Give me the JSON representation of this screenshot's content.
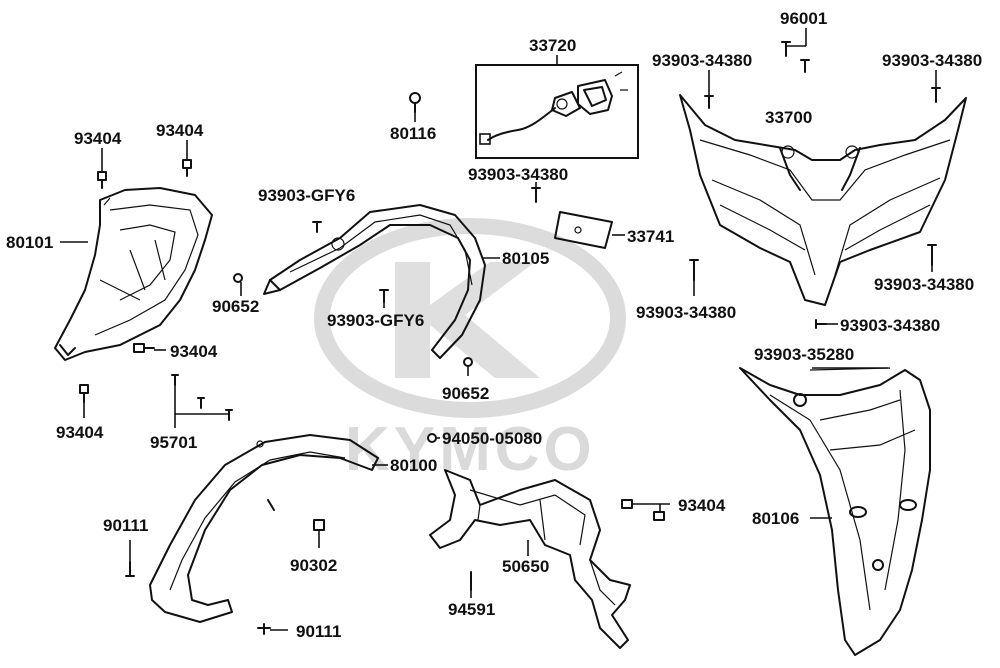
{
  "watermark": {
    "brand_text": "KYMCO",
    "color": "#d0d0d0"
  },
  "labels": {
    "p33720": "33720",
    "p96001": "96001",
    "p93903_34380_a": "93903-34380",
    "p93903_34380_b": "93903-34380",
    "p33700": "33700",
    "p80116": "80116",
    "p93903_34380_c": "93903-34380",
    "p93404_a": "93404",
    "p93404_b": "93404",
    "p93903_GFY6_a": "93903-GFY6",
    "p80101": "80101",
    "p33741": "33741",
    "p80105": "80105",
    "p93903_34380_d": "93903-34380",
    "p90652_a": "90652",
    "p93903_34380_e": "93903-34380",
    "p93903_GFY6_b": "93903-GFY6",
    "p93903_34380_f": "93903-34380",
    "p93404_c": "93404",
    "p93903_35280": "93903-35280",
    "p90652_b": "90652",
    "p93404_d": "93404",
    "p95701": "95701",
    "p94050_05080": "94050-05080",
    "p80100": "80100",
    "p93404_e": "93404",
    "p90111_a": "90111",
    "p80106": "80106",
    "p90302": "90302",
    "p50650": "50650",
    "p94591": "94591",
    "p90111_b": "90111"
  }
}
